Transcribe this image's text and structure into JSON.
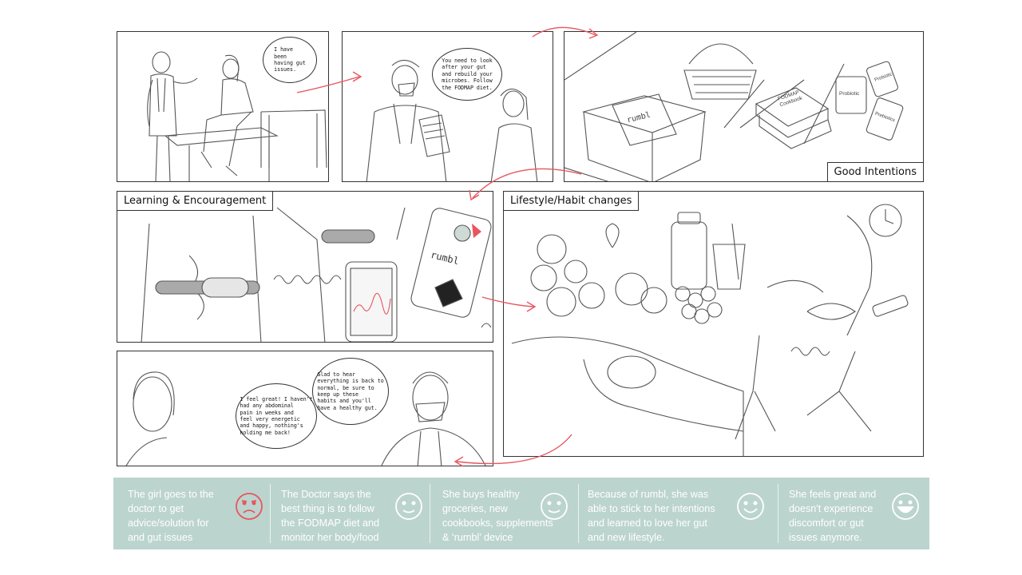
{
  "panels": {
    "p1": {
      "bubble": "I have\nbeen\nhaving gut\nissues."
    },
    "p2": {
      "bubble": "You need to look\nafter your gut\nand rebuild your\nmicrobes. Follow\nthe FODMAP diet."
    },
    "p3": {
      "label": "Good Intentions",
      "book_title": "FODMAP\nCookbook",
      "bottle_1": "Probiotic",
      "bottle_2": "Probiotic",
      "bottle_3": "Prebiotics"
    },
    "p4": {
      "label": "Learning & Encouragement",
      "brand": "rumbl"
    },
    "p5": {
      "label": "Lifestyle/Habit changes"
    },
    "p6": {
      "bubble_girl": "I feel great! I haven't\nhad any abdominal\npain in weeks and\nfeel very energetic\nand happy, nothing's\nholding me back!",
      "bubble_doctor": "Glad to hear\neverything is back to\nnormal, be sure to\nkeep up these\nhabits and you'll\nhave a healthy gut."
    }
  },
  "journey": [
    {
      "text": "The girl goes to the\ndoctor to get\nadvice/solution for\nand gut issues",
      "mood": "sad-face-icon",
      "color": "#e8555f"
    },
    {
      "text": "The Doctor says the\nbest thing is to follow\nthe FODMAP diet and\nmonitor her body/food",
      "mood": "neutral-smile-icon",
      "color": "#ffffff"
    },
    {
      "text": "She buys healthy\ngroceries, new\ncookbooks, supplements\n& ‘rumbl’ device",
      "mood": "neutral-smile-icon",
      "color": "#ffffff"
    },
    {
      "text": "Because of rumbl, she was\nable to stick to her intentions\nand learned to love her gut\nand new lifestyle.",
      "mood": "smile-face-icon",
      "color": "#ffffff"
    },
    {
      "text": "She feels great and\ndoesn't experience\ndiscomfort or gut\nissues anymore.",
      "mood": "happy-face-icon",
      "color": "#ffffff"
    }
  ],
  "colors": {
    "arrow": "#e8555f",
    "strip": "#bcd4ce",
    "line_art": "#555555"
  }
}
